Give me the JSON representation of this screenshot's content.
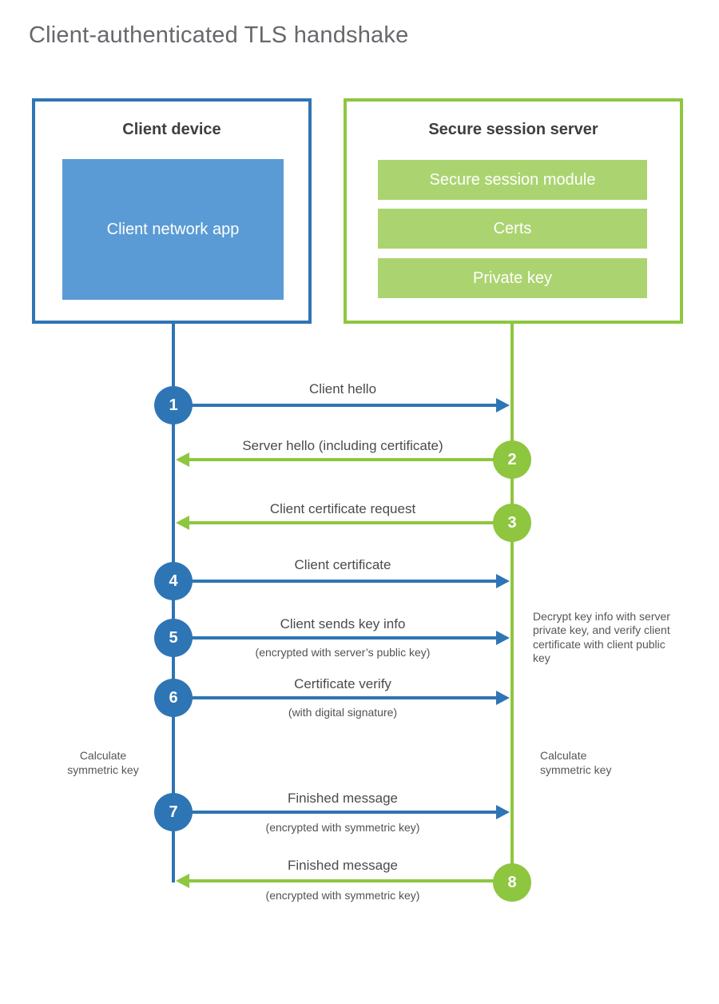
{
  "title": "Client-authenticated TLS handshake",
  "colors": {
    "blue_strong": "#2e75b5",
    "blue_light": "#5b9bd5",
    "green_strong": "#8ec640",
    "green_light": "#abd470",
    "text_dark": "#3d3e40",
    "text_gray": "#4a4b4d"
  },
  "client_box": {
    "title": "Client device",
    "module": "Client network app"
  },
  "server_box": {
    "title": "Secure session server",
    "modules": [
      "Secure session module",
      "Certs",
      "Private key"
    ]
  },
  "steps": [
    {
      "num": "1",
      "label": "Client hello",
      "direction": "client-to-server",
      "color": "blue"
    },
    {
      "num": "2",
      "label": "Server hello (including certificate)",
      "direction": "server-to-client",
      "color": "green"
    },
    {
      "num": "3",
      "label": "Client certificate request",
      "direction": "server-to-client",
      "color": "green"
    },
    {
      "num": "4",
      "label": "Client certificate",
      "direction": "client-to-server",
      "color": "blue"
    },
    {
      "num": "5",
      "label": "Client sends key info",
      "sub": "(encrypted with server’s public key)",
      "direction": "client-to-server",
      "color": "blue"
    },
    {
      "num": "6",
      "label": "Certificate verify",
      "sub": "(with digital signature)",
      "direction": "client-to-server",
      "color": "blue"
    },
    {
      "num": "7",
      "label": "Finished message",
      "sub": "(encrypted with symmetric key)",
      "direction": "client-to-server",
      "color": "blue"
    },
    {
      "num": "8",
      "label": "Finished message",
      "sub": "(encrypted with symmetric key)",
      "direction": "server-to-client",
      "color": "green"
    }
  ],
  "notes": {
    "decrypt": "Decrypt key info with server private key, and verify client certificate with client public key",
    "calc_left": "Calculate symmetric key",
    "calc_right": "Calculate symmetric key"
  }
}
